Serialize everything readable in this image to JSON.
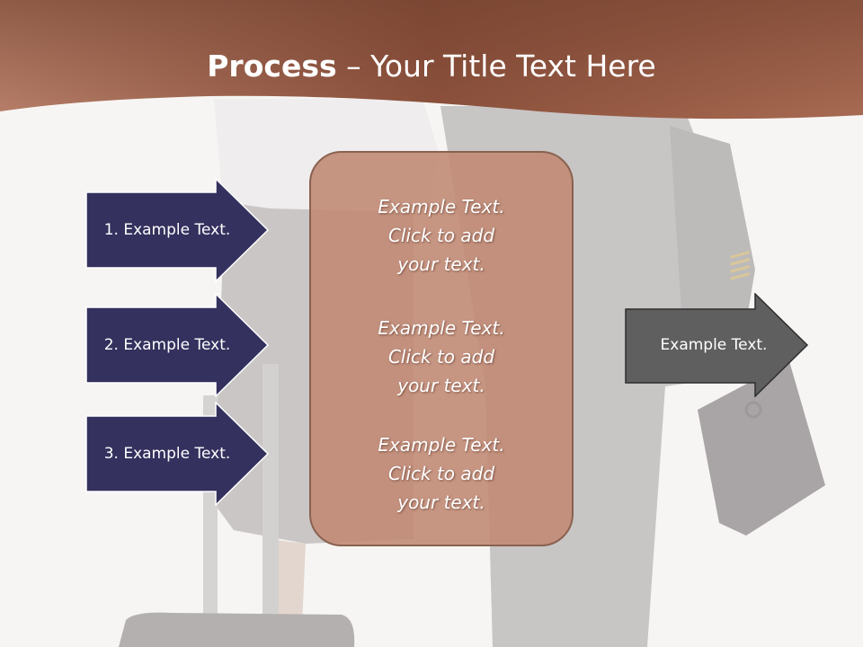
{
  "title": {
    "strong": "Process",
    "dash": " – ",
    "rest": "Your Title Text Here"
  },
  "steps": [
    {
      "label": "1. Example Text."
    },
    {
      "label": "2. Example Text."
    },
    {
      "label": "3. Example Text."
    }
  ],
  "center_blocks": [
    {
      "line1": "Example Text.",
      "line2": "Click  to add",
      "line3": "your text."
    },
    {
      "line1": "Example Text.",
      "line2": "Click  to add",
      "line3": "your text."
    },
    {
      "line1": "Example Text.",
      "line2": "Click  to add",
      "line3": "your text."
    }
  ],
  "output": {
    "label": "Example Text."
  },
  "colors": {
    "header": "#a4634a",
    "step_arrow": "#34315e",
    "center_box": "#c08973",
    "output_arrow": "#5f5f5f"
  }
}
